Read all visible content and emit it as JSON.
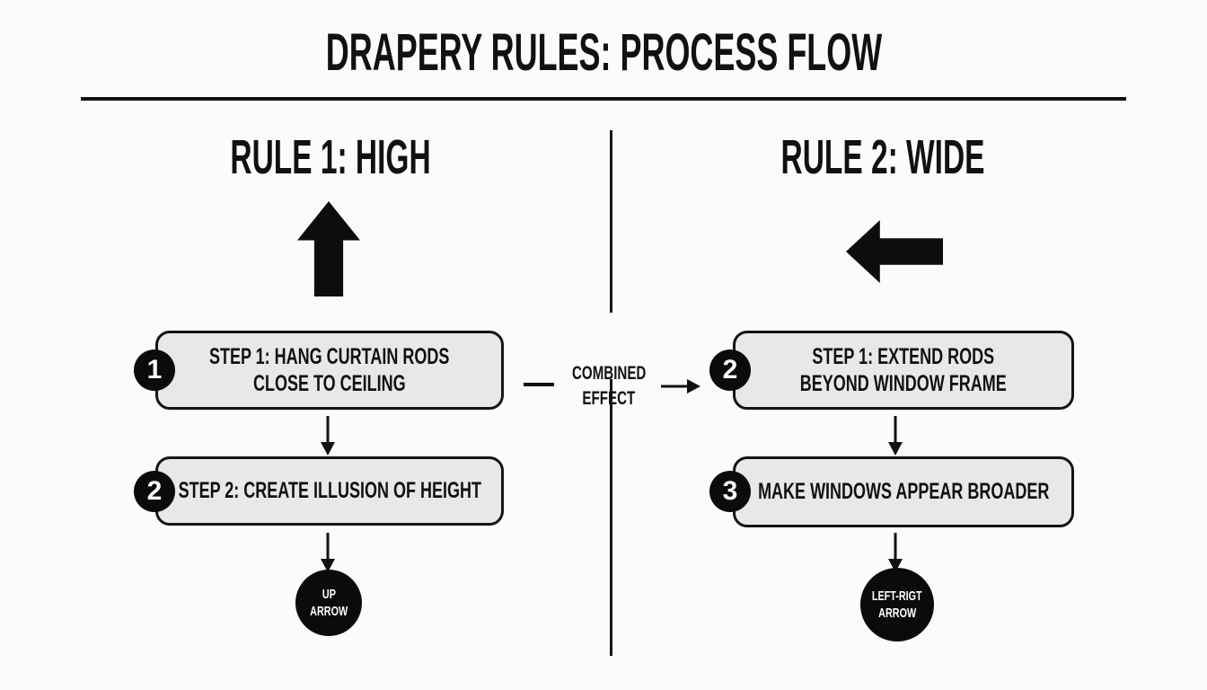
{
  "title": "DRAPERY RULES: PROCESS FLOW",
  "colors": {
    "background": "#fbfbfb",
    "ink": "#111111",
    "box_fill": "#e8e8e8",
    "badge_fill": "#0b0b0b",
    "badge_text": "#ffffff"
  },
  "center": {
    "label": [
      "COMBINED",
      "EFFECT"
    ]
  },
  "columns": {
    "left": {
      "header": "RULE 1: HIGH",
      "big_arrow": "up-arrow",
      "steps": [
        {
          "badge": "1",
          "lines": [
            "STEP 1: HANG CURTAIN RODS",
            "CLOSE TO CEILING"
          ]
        },
        {
          "badge": "2",
          "lines": [
            "STEP 2: CREATE ILLUSION OF HEIGHT",
            ""
          ]
        }
      ],
      "result": {
        "lines": [
          "UP",
          "ARROW"
        ]
      }
    },
    "right": {
      "header": "RULE 2: WIDE",
      "big_arrow": "left-arrow",
      "steps": [
        {
          "badge": "2",
          "lines": [
            "STEP 1: EXTEND RODS",
            "BEYOND WINDOW FRAME"
          ]
        },
        {
          "badge": "3",
          "lines": [
            "MAKE WINDOWS APPEAR BROADER",
            ""
          ]
        }
      ],
      "result": {
        "lines": [
          "LEFT-RIGT",
          "ARROW"
        ]
      }
    }
  }
}
